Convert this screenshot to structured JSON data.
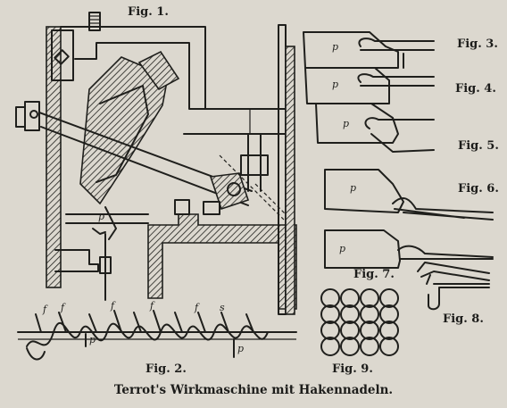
{
  "figures": {
    "fig1": "Fig. 1.",
    "fig2": "Fig. 2.",
    "fig3": "Fig. 3.",
    "fig4": "Fig. 4.",
    "fig5": "Fig. 5.",
    "fig6": "Fig. 6.",
    "fig7": "Fig. 7.",
    "fig8": "Fig. 8.",
    "fig9": "Fig. 9."
  },
  "caption": "Terrot's Wirkmaschine mit Hakennadeln.",
  "letters": {
    "p": "p",
    "f": "f",
    "s": "s"
  }
}
